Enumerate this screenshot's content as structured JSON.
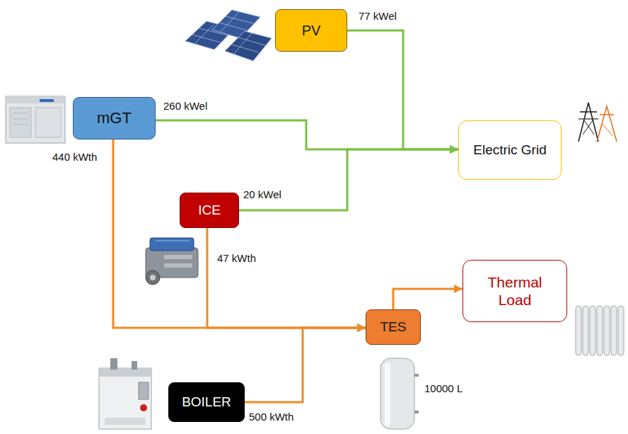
{
  "diagram": {
    "nodes": [
      {
        "text": [
          "PV"
        ]
      },
      {
        "text": [
          "mGT"
        ]
      },
      {
        "text": [
          "Electric Grid"
        ]
      },
      {
        "text": [
          "ICE"
        ]
      },
      {
        "text": [
          "Thermal Load"
        ]
      },
      {
        "text": [
          "TES"
        ]
      },
      {
        "text": [
          "BOILER"
        ]
      }
    ],
    "edges": [
      {
        "from": 0,
        "to": 2,
        "label": "77 kWel",
        "arrow": "to"
      },
      {
        "from": 1,
        "to": 2,
        "label": "260 kWel",
        "arrow": "to"
      },
      {
        "from": 3,
        "to": 2,
        "label": "20 kWel",
        "arrow": "to"
      },
      {
        "from": 1,
        "to": 5,
        "label": "440 kWth",
        "arrow": "to"
      },
      {
        "from": 3,
        "to": 5,
        "label": "47 kWth",
        "arrow": "to"
      },
      {
        "from": 6,
        "to": 5,
        "label": "500 kWth",
        "arrow": "to"
      },
      {
        "from": 5,
        "to": 4,
        "arrow": "to"
      }
    ],
    "labels": [
      "10000 L"
    ]
  }
}
